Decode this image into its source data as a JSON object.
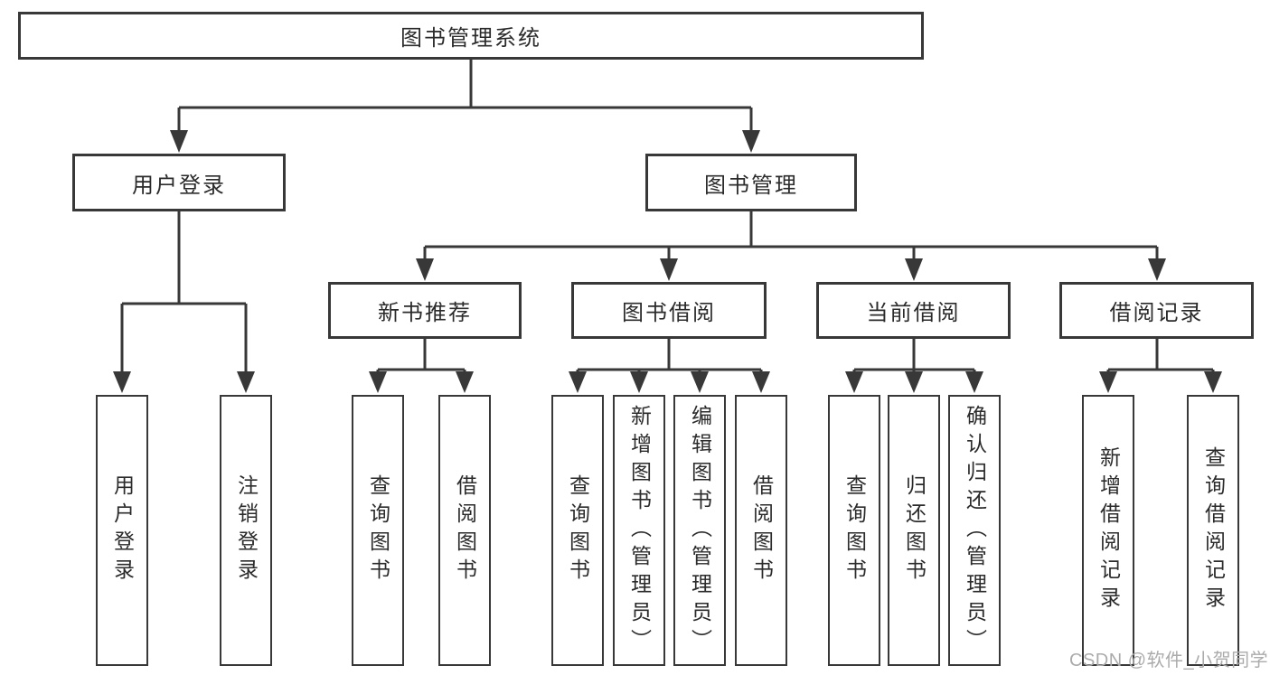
{
  "colors": {
    "background": "#ffffff",
    "line": "#383838",
    "box_border": "#383838",
    "text": "#2b2b2b",
    "watermark": "#ababab"
  },
  "watermark": {
    "text": "CSDN @软件_小贺同学"
  },
  "tree": {
    "label": "图书管理系统",
    "children": [
      {
        "label": "用户登录",
        "children": [
          {
            "label": "用户登录"
          },
          {
            "label": "注销登录"
          }
        ]
      },
      {
        "label": "图书管理",
        "children": [
          {
            "label": "新书推荐",
            "children": [
              {
                "label": "查询图书"
              },
              {
                "label": "借阅图书"
              }
            ]
          },
          {
            "label": "图书借阅",
            "children": [
              {
                "label": "查询图书"
              },
              {
                "label": "新增图书（管理员）"
              },
              {
                "label": "编辑图书（管理员）"
              },
              {
                "label": "借阅图书"
              }
            ]
          },
          {
            "label": "当前借阅",
            "children": [
              {
                "label": "查询图书"
              },
              {
                "label": "归还图书"
              },
              {
                "label": "确认归还（管理员）"
              }
            ]
          },
          {
            "label": "借阅记录",
            "children": [
              {
                "label": "新增借阅记录"
              },
              {
                "label": "查询借阅记录"
              }
            ]
          }
        ]
      }
    ]
  }
}
